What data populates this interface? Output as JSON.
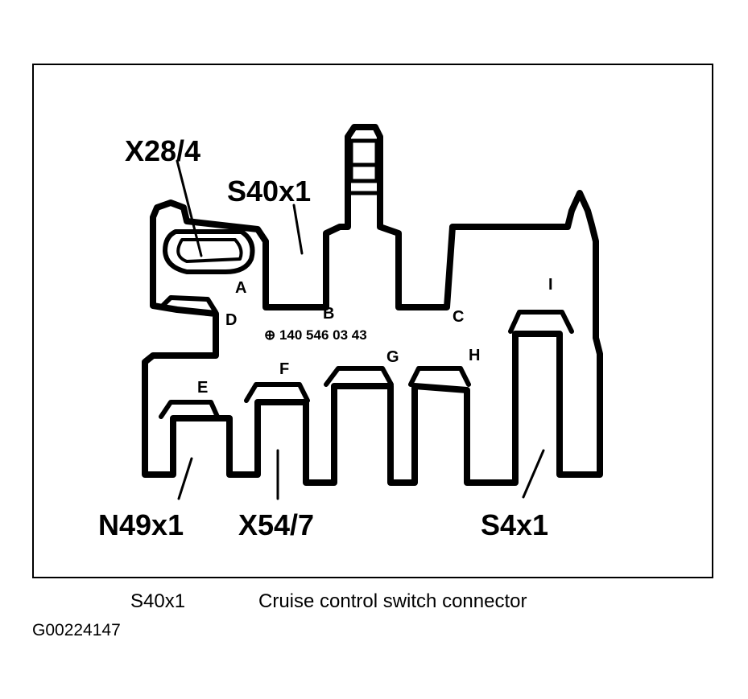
{
  "callouts": {
    "x28_4": "X28/4",
    "s40x1": "S40x1",
    "n49x1": "N49x1",
    "x54_7": "X54/7",
    "s4x1": "S4x1"
  },
  "pins": {
    "a": "A",
    "b": "B",
    "c": "C",
    "d": "D",
    "e": "E",
    "f": "F",
    "g": "G",
    "h": "H",
    "i": "I"
  },
  "part_number": "⊕ 140 546 03 43",
  "caption": {
    "code": "S40x1",
    "description": "Cruise control switch connector"
  },
  "figure_id": "G00224147",
  "colors": {
    "ink": "#000000",
    "paper": "#ffffff"
  }
}
